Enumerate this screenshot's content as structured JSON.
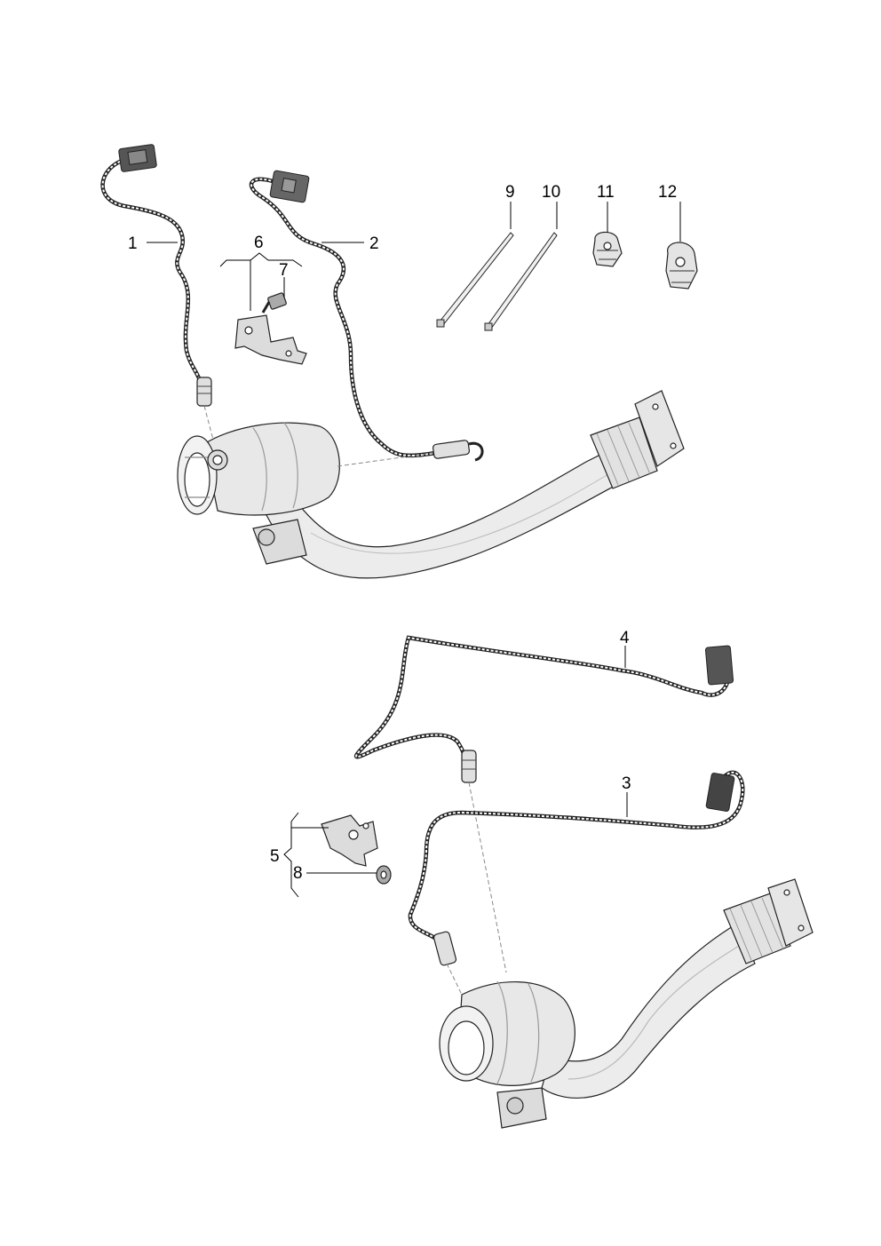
{
  "callouts": {
    "c1": "1",
    "c2": "2",
    "c3": "3",
    "c4": "4",
    "c5": "5",
    "c6": "6",
    "c7": "7",
    "c8": "8",
    "c9": "9",
    "c10": "10",
    "c11": "11",
    "c12": "12"
  },
  "colors": {
    "line": "#222222",
    "pipe_fill": "#ececec",
    "pipe_shade": "#d4d4d4",
    "metal_fill": "#dcdcdc",
    "connector_fill": "#555555"
  }
}
